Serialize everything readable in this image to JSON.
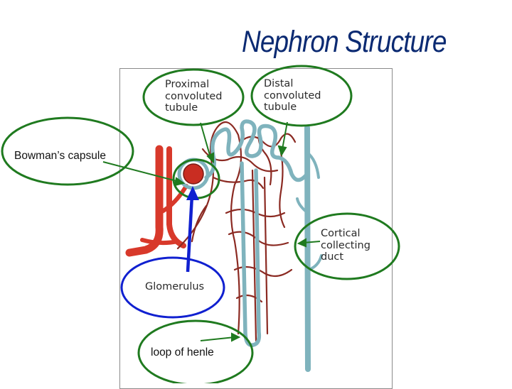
{
  "slide": {
    "title": "Nephron Structure"
  },
  "labels": {
    "proximal": "Proximal\nconvoluted\ntubule",
    "distal": "Distal\nconvoluted\ntubule",
    "bowman": "Bowman’s capsule",
    "cortical": "Cortical\ncollecting\nduct",
    "glomerulus": "Glomerulus",
    "loop": "loop of henle"
  },
  "colors": {
    "title": "#0b2a72",
    "highlight_green": "#1f7a1f",
    "highlight_blue": "#1020d0",
    "vessel_red": "#d8392b",
    "capillary_brown": "#8b2a22",
    "tubule_teal": "#7fb3bd"
  }
}
